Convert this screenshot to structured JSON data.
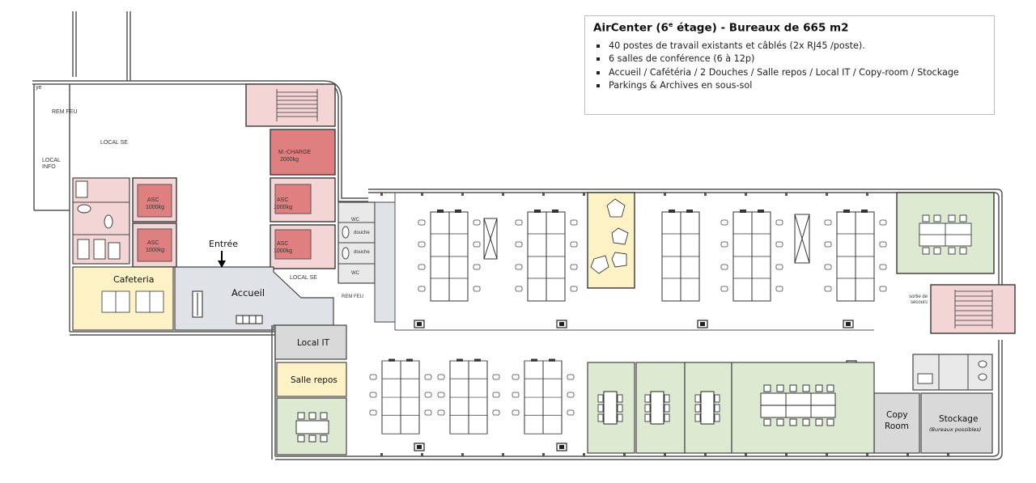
{
  "info": {
    "title_main": "AirCenter (6",
    "title_sup": "e",
    "title_rest": " étage) - Bureaux de 665 m2",
    "items": [
      "40 postes de travail existants et câblés (2x RJ45 /poste).",
      "6 salles de conférence (6 à 12p)",
      "Accueil / Cafétéria / 2 Douches / Salle repos / Local IT / Copy-room / Stockage",
      "Parkings & Archives en sous-sol"
    ]
  },
  "rooms": {
    "cafeteria": "Cafeteria",
    "entree": "Entrée",
    "accueil": "Accueil",
    "local_it": "Local IT",
    "salle_repos": "Salle repos",
    "copy_line1": "Copy",
    "copy_line2": "Room",
    "stockage": "Stockage",
    "stockage_note": "(Bureaux possibles)"
  },
  "small_labels": {
    "local_se_top": "LOCAL SE",
    "local_se_bottom": "LOCAL SE",
    "local_info_1": "LOCAL",
    "local_info_2": "INFO",
    "ascs": [
      "ASC",
      "1000kg"
    ],
    "mcharge_1": "M.-CHARGE",
    "mcharge_2": "2000kg",
    "wc": "WC",
    "douche": "douche",
    "sortie_1": "sortie  de",
    "sortie_2": "secours",
    "rem_feu_top": "REM  FEU",
    "rem_feu_bottom": "REM  FEU",
    "ye": "ye"
  },
  "colors": {
    "pink": "#f4d5d5",
    "red": "#e07f7f",
    "yellow": "#fdf2c6",
    "grey": "#dfe2e6",
    "green": "#dde9d1",
    "light_grey": "#d9d9d9"
  }
}
